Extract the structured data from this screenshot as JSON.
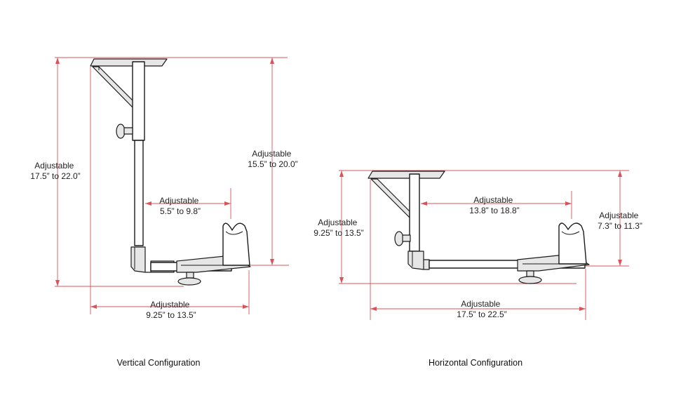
{
  "vertical": {
    "caption": "Vertical Configuration",
    "dim_overall": [
      "Adjustable",
      "17.5” to 22.0”"
    ],
    "dim_inner_height": [
      "Adjustable",
      "15.5” to 20.0”"
    ],
    "dim_arm": [
      "Adjustable",
      "5.5” to 9.8”"
    ],
    "dim_width": [
      "Adjustable",
      "9.25” to 13.5”"
    ]
  },
  "horizontal": {
    "caption": "Horizontal Configuration",
    "dim_height": [
      "Adjustable",
      "9.25” to 13.5”"
    ],
    "dim_arm": [
      "Adjustable",
      "13.8” to 18.8”"
    ],
    "dim_holder": [
      "Adjustable",
      "7.3” to 11.3”"
    ],
    "dim_width": [
      "Adjustable",
      "17.5” to 22.5”"
    ]
  },
  "colors": {
    "dimension_lines": "#d9545a",
    "drawing": "#1a1a1a"
  }
}
